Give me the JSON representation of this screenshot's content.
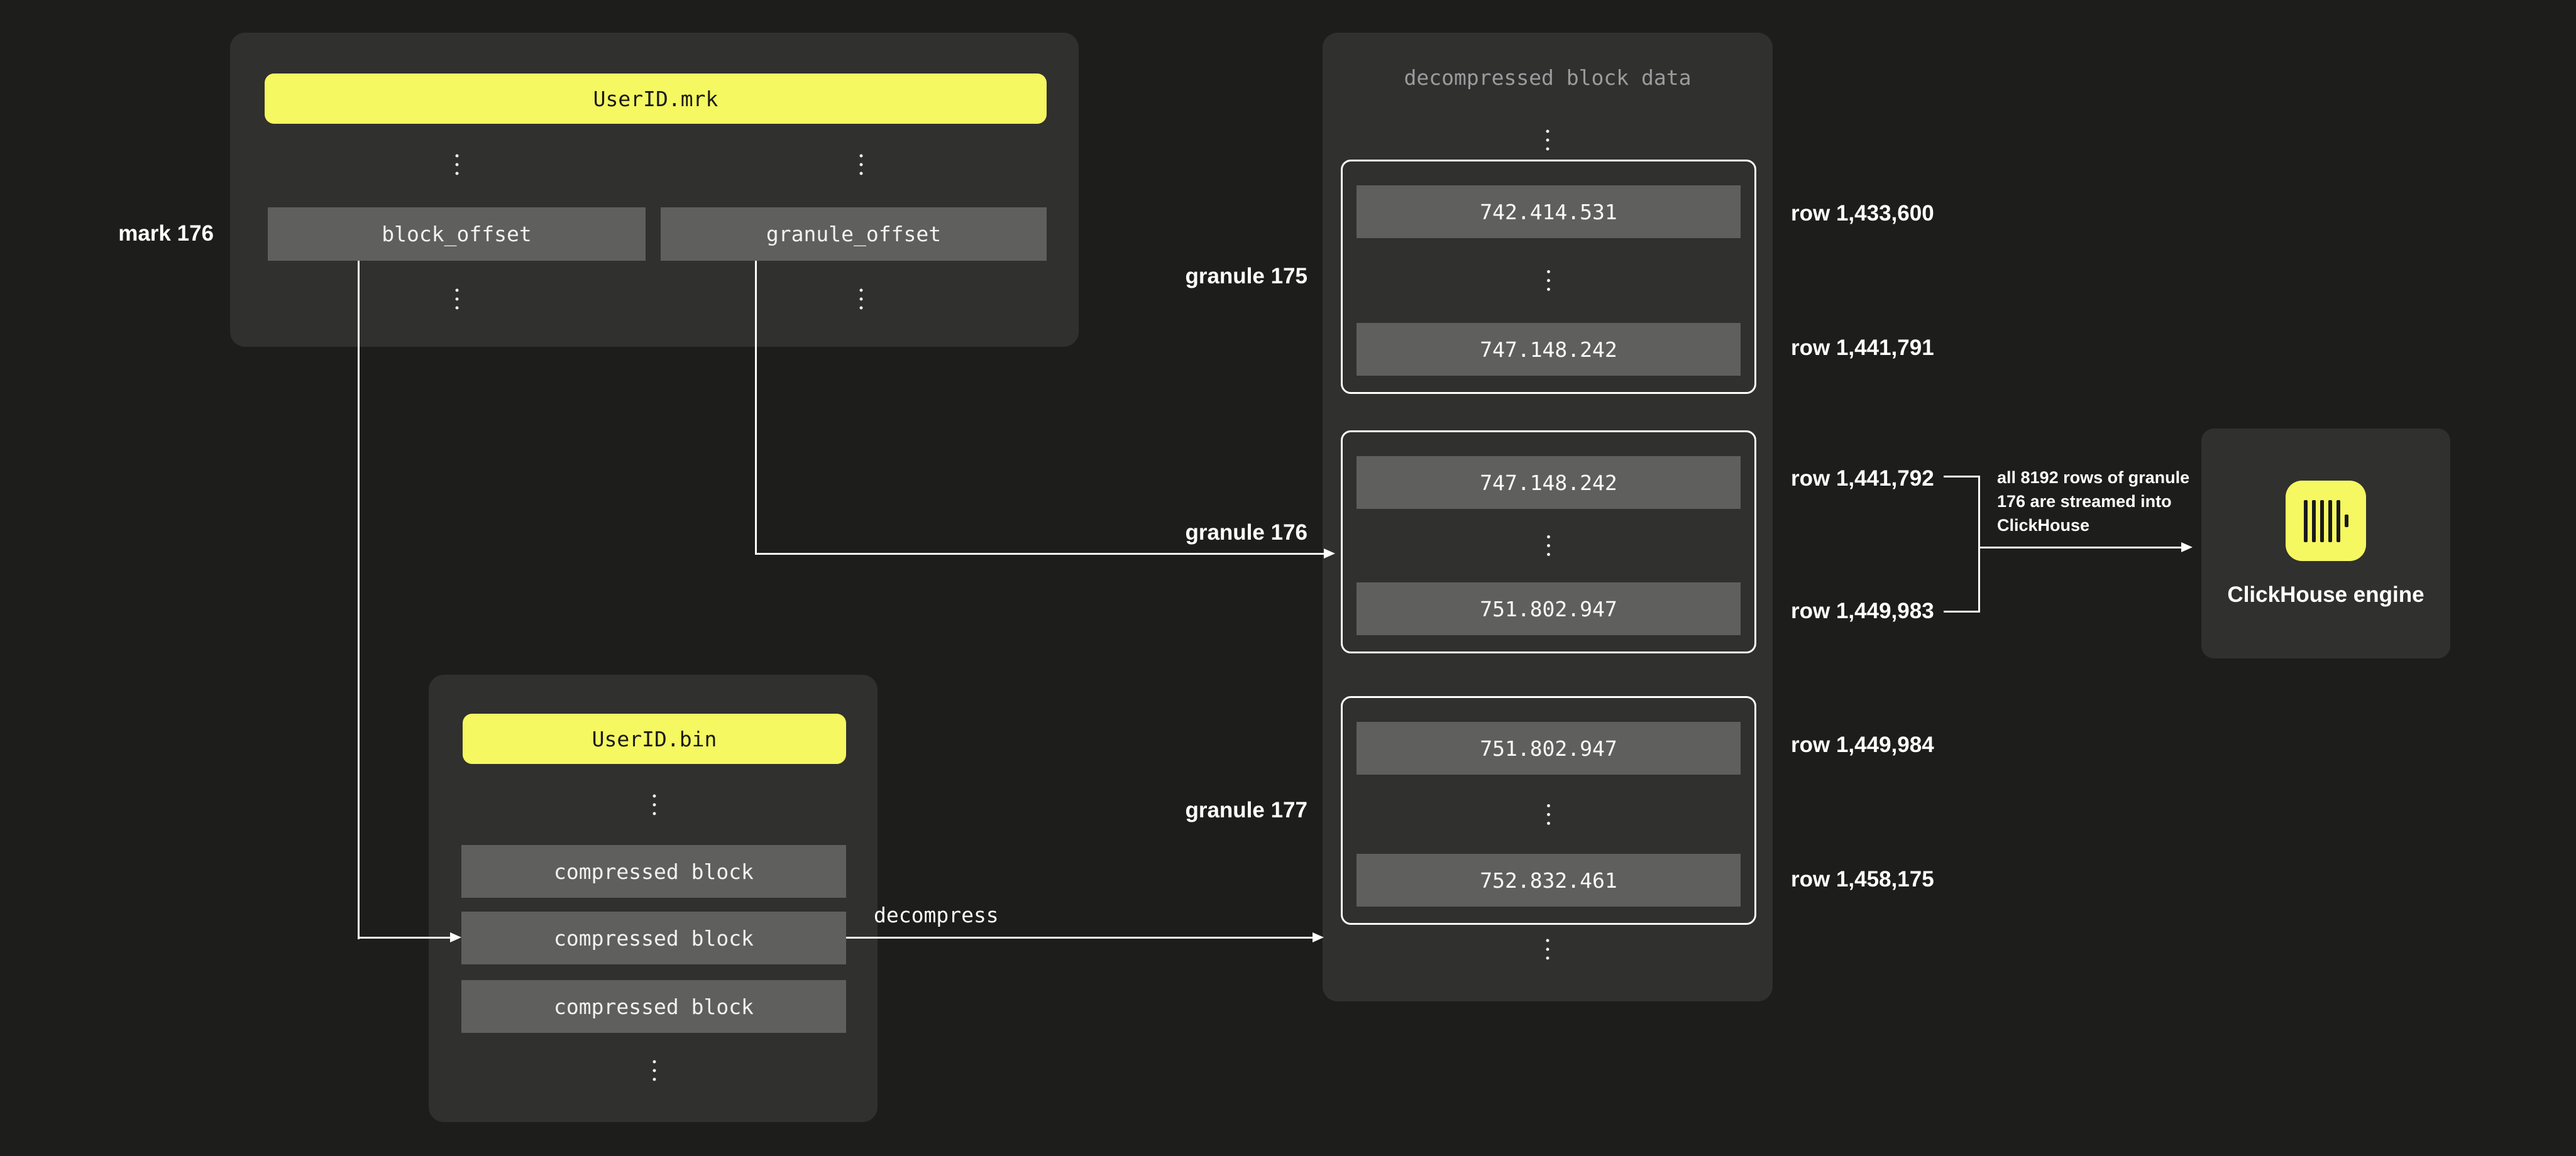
{
  "colors": {
    "background": "#1d1d1b",
    "panel": "#30302e",
    "box": "#5f5f5d",
    "accent_yellow": "#f5f861",
    "text_white": "#ffffff",
    "muted_title": "#9a9c9e",
    "text_dark": "#1a1a1a"
  },
  "mrk_file": {
    "title": "UserID.mrk",
    "mark_label": "mark 176",
    "fields": [
      {
        "label": "block_offset"
      },
      {
        "label": "granule_offset"
      }
    ]
  },
  "bin_file": {
    "title": "UserID.bin",
    "blocks": [
      {
        "label": "compressed block"
      },
      {
        "label": "compressed block"
      },
      {
        "label": "compressed block"
      }
    ],
    "decompress_label": "decompress"
  },
  "decompressed_panel": {
    "title": "decompressed block data",
    "granules": [
      {
        "label": "granule 175",
        "first_value": "742.414.531",
        "last_value": "747.148.242",
        "first_row": "row 1,433,600",
        "last_row": "row 1,441,791"
      },
      {
        "label": "granule 176",
        "first_value": "747.148.242",
        "last_value": "751.802.947",
        "first_row": "row 1,441,792",
        "last_row": "row 1,449,983"
      },
      {
        "label": "granule 177",
        "first_value": "751.802.947",
        "last_value": "752.832.461",
        "first_row": "row 1,449,984",
        "last_row": "row 1,458,175"
      }
    ]
  },
  "annotation": {
    "line1": "all 8192 rows of granule",
    "line2": "176 are streamed into",
    "line3": "ClickHouse"
  },
  "engine": {
    "label": "ClickHouse engine"
  }
}
